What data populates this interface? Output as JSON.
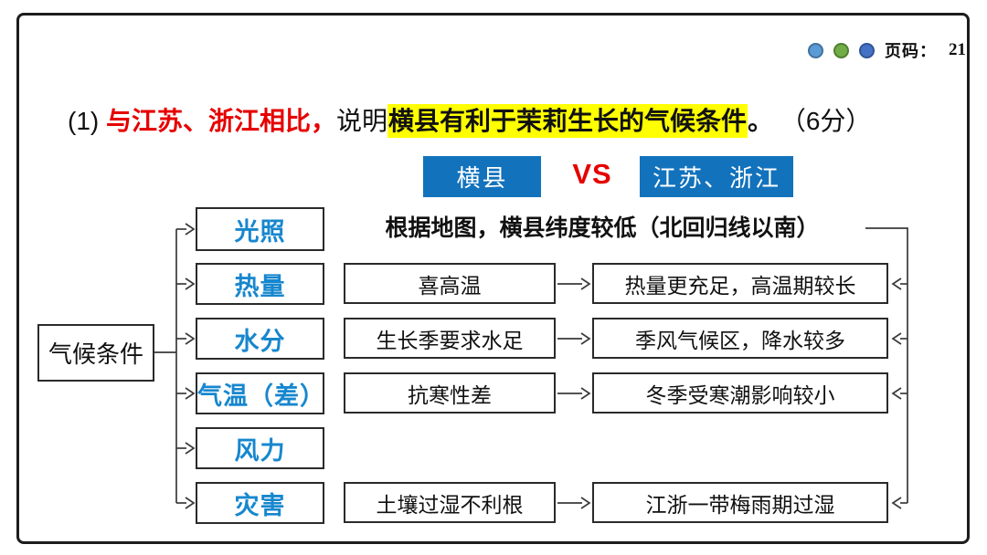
{
  "page": {
    "label": "页码：",
    "number": "21",
    "dots": [
      {
        "name": "dot-lightblue",
        "fill": "#5B9BD5",
        "border": "#41719C"
      },
      {
        "name": "dot-green",
        "fill": "#70AD47",
        "border": "#507E32"
      },
      {
        "name": "dot-blue",
        "fill": "#4472C4",
        "border": "#2F5597"
      }
    ]
  },
  "title": {
    "prefix": "(1) ",
    "red_text": "与江苏、浙江相比，",
    "mid_text": "说明",
    "highlight_text": "横县有利于茉莉生长的气候条件",
    "period": "。",
    "suffix": " （6分）"
  },
  "versus": {
    "left_label": "横县",
    "vs_label": "VS",
    "right_label": "江苏、浙江"
  },
  "root": {
    "label": "气候条件"
  },
  "categories": [
    {
      "label": "光照"
    },
    {
      "label": "热量"
    },
    {
      "label": "水分"
    },
    {
      "label": "气温（差）"
    },
    {
      "label": "风力"
    },
    {
      "label": "灾害"
    }
  ],
  "note": "根据地图，横县纬度较低（北回归线以南）",
  "rows": [
    {
      "category": "热量",
      "trait": "喜高温",
      "advantage": "热量更充足，高温期较长"
    },
    {
      "category": "水分",
      "trait": "生长季要求水足",
      "advantage": "季风气候区，降水较多"
    },
    {
      "category": "气温（差）",
      "trait": "抗寒性差",
      "advantage": "冬季受寒潮影响较小"
    },
    {
      "category": "灾害",
      "trait": "土壤过湿不利根",
      "advantage": "江浙一带梅雨期过湿"
    }
  ],
  "colors": {
    "header_box_fill": "#1272BC",
    "vs_red": "#E60000",
    "category_text_blue": "#1787CE",
    "highlight_yellow": "#FFFF00",
    "line_gray": "#3a3a3a"
  }
}
